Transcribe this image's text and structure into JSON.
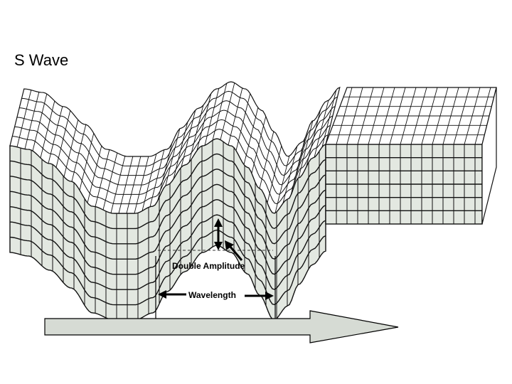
{
  "title": "S Wave",
  "labels": {
    "double_amplitude": "Double Amplitude",
    "wavelength": "Wavelength"
  },
  "colors": {
    "front_face": "#e3e8e1",
    "grid_line": "#111111",
    "direction_arrow_fill": "#d6dbd4"
  }
}
